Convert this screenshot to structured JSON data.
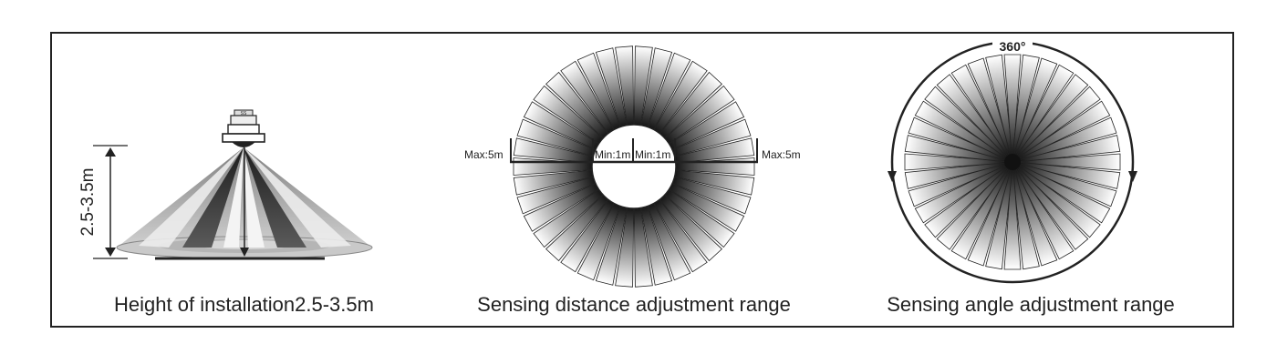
{
  "panels": [
    {
      "caption": "Height of installation2.5-3.5m",
      "height_label": "2.5-3.5m",
      "sensor_badge": "SS"
    },
    {
      "caption": "Sensing distance adjustment range",
      "max_left": "Max:5m",
      "min_left": "Min:1m",
      "min_right": "Min:1m",
      "max_right": "Max:5m"
    },
    {
      "caption": "Sensing angle adjustment range",
      "angle_label": "360°"
    }
  ],
  "colors": {
    "line": "#222222",
    "cone_light": "#d8d8d8",
    "cone_dark": "#3a3a3a"
  }
}
